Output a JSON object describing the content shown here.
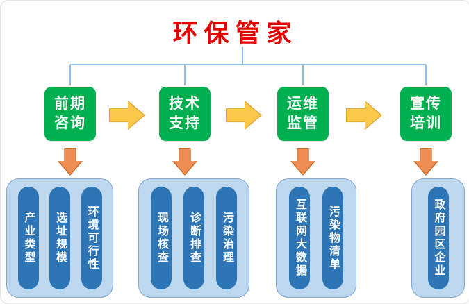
{
  "title": "环保管家",
  "colors": {
    "title_red": "#e60000",
    "stage_green": "#00b050",
    "arrow_yellow": "#fbc94a",
    "arrow_orange": "#ef8e54",
    "panel_light_blue": "#bdd7ee",
    "pill_blue": "#2e75b6",
    "connector_blue": "#6fa8dc"
  },
  "stages": [
    {
      "line1": "前期",
      "line2": "咨询"
    },
    {
      "line1": "技术",
      "line2": "支持"
    },
    {
      "line1": "运维",
      "line2": "监管"
    },
    {
      "line1": "宣传",
      "line2": "培训"
    }
  ],
  "panels": [
    {
      "items": [
        "产业类型",
        "选址规模",
        "环境可行性"
      ]
    },
    {
      "items": [
        "现场核查",
        "诊断排查",
        "污染治理"
      ]
    },
    {
      "items": [
        "互联网大数据",
        "污染物清单"
      ]
    },
    {
      "items": [
        "政府园区企业"
      ]
    }
  ]
}
